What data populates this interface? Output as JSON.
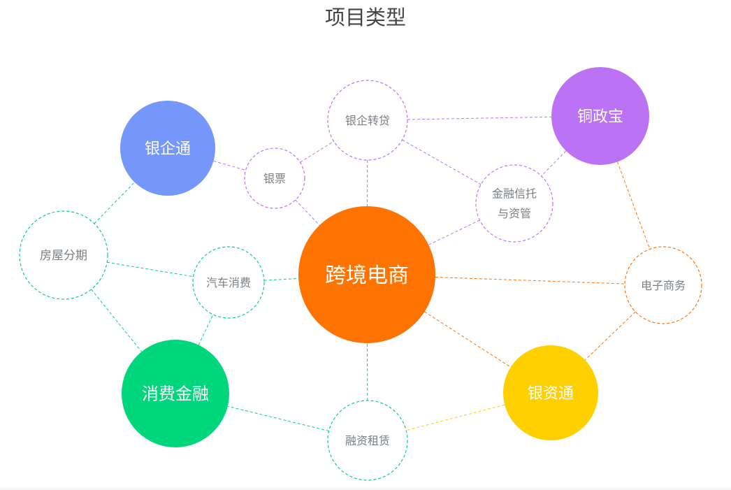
{
  "title": "项目类型",
  "colors": {
    "blue": "#7596fb",
    "purple": "#bb72f4",
    "orange": "#ff7300",
    "green": "#00d67c",
    "yellow": "#ffd000",
    "subtext": "#7a7f84"
  },
  "nodes": [
    {
      "id": "yqt",
      "label": [
        "银企通"
      ],
      "type": "main",
      "color": "blue"
    },
    {
      "id": "tzb",
      "label": [
        "铜政宝"
      ],
      "type": "main",
      "color": "purple"
    },
    {
      "id": "kjds",
      "label": [
        "跨境电商"
      ],
      "type": "main",
      "color": "orange"
    },
    {
      "id": "xfjr",
      "label": [
        "消费金融"
      ],
      "type": "main",
      "color": "green"
    },
    {
      "id": "yzt",
      "label": [
        "银资通"
      ],
      "type": "main",
      "color": "yellow"
    },
    {
      "id": "yqzd",
      "label": [
        "银企转贷"
      ],
      "type": "sub",
      "color": "purple"
    },
    {
      "id": "yp",
      "label": [
        "银票"
      ],
      "type": "sub",
      "color": "purple"
    },
    {
      "id": "jrxt",
      "label": [
        "金融信托",
        "与资管"
      ],
      "type": "sub",
      "color": "purple"
    },
    {
      "id": "fwfq",
      "label": [
        "房屋分期"
      ],
      "type": "sub",
      "color": "green"
    },
    {
      "id": "qcxf",
      "label": [
        "汽车消费"
      ],
      "type": "sub",
      "color": "green"
    },
    {
      "id": "dzsw",
      "label": [
        "电子商务"
      ],
      "type": "sub",
      "color": "orange"
    },
    {
      "id": "rzzl",
      "label": [
        "融资租赁"
      ],
      "type": "sub",
      "color": "green"
    }
  ],
  "links": [
    [
      "yqt",
      "yp",
      "purple"
    ],
    [
      "yp",
      "yqzd",
      "purple"
    ],
    [
      "yp",
      "kjds",
      "purple"
    ],
    [
      "yqzd",
      "kjds",
      "purple"
    ],
    [
      "yqzd",
      "tzb",
      "purple"
    ],
    [
      "yqzd",
      "jrxt",
      "purple"
    ],
    [
      "tzb",
      "jrxt",
      "purple"
    ],
    [
      "jrxt",
      "kjds",
      "purple"
    ],
    [
      "tzb",
      "dzsw",
      "orange"
    ],
    [
      "kjds",
      "dzsw",
      "orange"
    ],
    [
      "dzsw",
      "yzt",
      "orange"
    ],
    [
      "kjds",
      "yzt",
      "orange"
    ],
    [
      "yzt",
      "rzzl",
      "yellow"
    ],
    [
      "rzzl",
      "kjds",
      "green"
    ],
    [
      "rzzl",
      "xfjr",
      "green"
    ],
    [
      "xfjr",
      "qcxf",
      "green"
    ],
    [
      "qcxf",
      "kjds",
      "green"
    ],
    [
      "fwfq",
      "qcxf",
      "green"
    ],
    [
      "fwfq",
      "yqt",
      "green"
    ],
    [
      "fwfq",
      "xfjr",
      "green"
    ]
  ]
}
